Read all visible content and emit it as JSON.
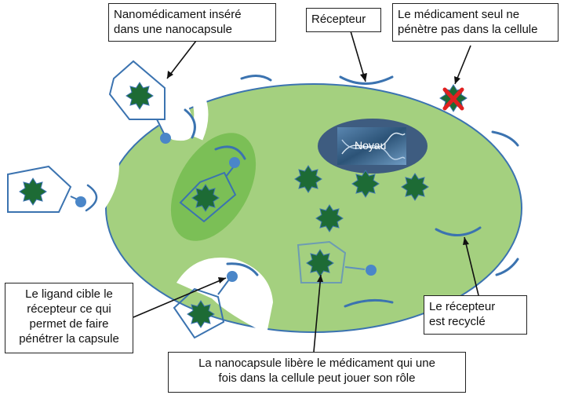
{
  "labels": {
    "nanocapsule": [
      "Nanomédicament inséré",
      "dans une nanocapsule"
    ],
    "receptor": [
      "Récepteur"
    ],
    "drug_alone": [
      "Le médicament seul ne",
      "pénètre pas dans la cellule"
    ],
    "ligand": [
      "Le ligand cible le",
      "récepteur ce qui",
      "permet de faire",
      "pénétrer la capsule"
    ],
    "recycled": [
      "Le récepteur",
      "est recyclé"
    ],
    "release": [
      "La nanocapsule libère le médicament qui une",
      "fois dans la cellule peut jouer son rôle"
    ],
    "nucleus": "Noyau"
  },
  "colors": {
    "cell_fill": "#a4d07f",
    "endosome_fill": "#7bbf56",
    "drug_fill": "#1d6b35",
    "receptor_stroke": "#3b73b0",
    "ligand_fill": "#4a86c8",
    "nucleus_fill": "#3e5c80",
    "cross": "#e02020"
  }
}
